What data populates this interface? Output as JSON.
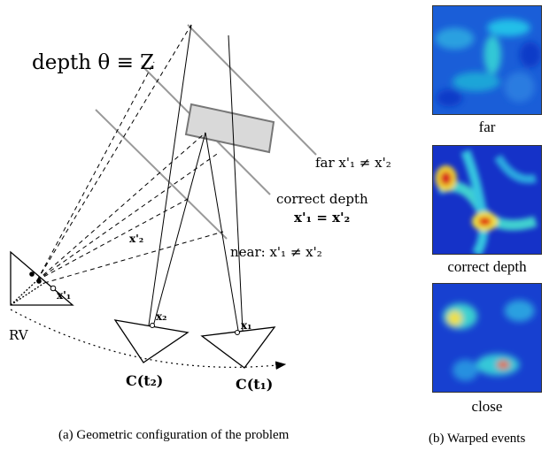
{
  "left_panel": {
    "depth_label": "depth θ ≡ Z",
    "rv_label": "RV",
    "far_label": "far x'₁ ≠ x'₂",
    "correct_label_1": "correct depth",
    "correct_label_2": "x'₁ = x'₂",
    "near_label": "near: x'₁ ≠ x'₂",
    "x2_prime_label": "x'₂",
    "x1_prime_label": "x'₁",
    "x2_label": "x₂",
    "x1_label": "x₁",
    "cam2_label": "C(t₂)",
    "cam1_label": "C(t₁)",
    "caption": "(a) Geometric configuration of the problem"
  },
  "right_panel": {
    "far_label": "far",
    "correct_label": "correct depth",
    "close_label": "close",
    "caption": "(b) Warped events"
  }
}
